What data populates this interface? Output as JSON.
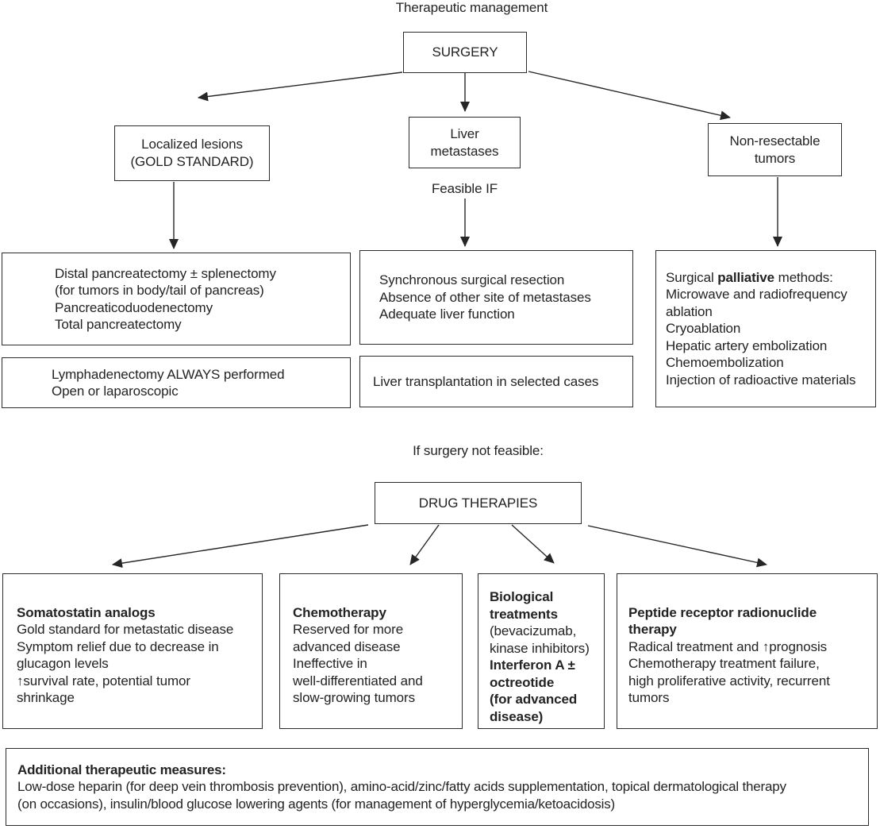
{
  "title": "Therapeutic management",
  "colors": {
    "line": "#262626",
    "text": "#232323",
    "background": "#ffffff"
  },
  "surgery_flow": {
    "surgery_label": "SURGERY",
    "localized": {
      "line1": "Localized lesions",
      "line2": "(GOLD STANDARD)"
    },
    "liver_metastases": {
      "line1": "Liver",
      "line2": "metastases"
    },
    "feasible_if_label": "Feasible IF",
    "non_resectable": {
      "line1": "Non-resectable",
      "line2": "tumors"
    },
    "localized_detail": {
      "lines": [
        "Distal pancreatectomy ± splenectomy",
        "(for tumors in body/tail of pancreas)",
        "Pancreaticoduodenectomy",
        "Total pancreatectomy"
      ]
    },
    "localized_note": {
      "lines": [
        "Lymphadenectomy ALWAYS performed",
        "Open or laparoscopic"
      ]
    },
    "liver_detail": {
      "lines": [
        "Synchronous surgical resection",
        "Absence of other site of metastases",
        "Adequate liver function"
      ]
    },
    "liver_note": "Liver transplantation in selected cases",
    "palliative_detail": {
      "heading_pre": "Surgical ",
      "heading_bold": "palliative",
      "heading_post": " methods:",
      "lines": [
        "Microwave and radiofrequency",
        "ablation",
        "Cryoablation",
        "Hepatic artery embolization",
        "Chemoembolization",
        "Injection of radioactive materials"
      ]
    }
  },
  "drug_flow": {
    "condition_label": "If surgery not feasible:",
    "drug_therapies_label": "DRUG THERAPIES",
    "somatostatin": {
      "heading": "Somatostatin analogs",
      "lines": [
        "Gold standard for metastatic disease",
        "Symptom relief due to decrease in",
        "glucagon levels",
        "↑survival rate, potential tumor",
        "shrinkage"
      ]
    },
    "chemotherapy": {
      "heading": "Chemotherapy",
      "lines": [
        "Reserved for more",
        "advanced disease",
        "Ineffective in",
        "well-differentiated and",
        "slow-growing tumors"
      ]
    },
    "biological": {
      "heading1": "Biological",
      "heading2": "treatments",
      "lines": [
        "(bevacizumab,",
        "kinase inhibitors)"
      ],
      "bold_lines": [
        "Interferon A ±",
        "octreotide",
        "(for advanced",
        "disease)"
      ]
    },
    "peptide": {
      "heading1": "Peptide receptor radionuclide",
      "heading2": "therapy",
      "lines": [
        "Radical treatment and ↑prognosis",
        "Chemotherapy treatment failure,",
        "high proliferative activity, recurrent",
        "tumors"
      ]
    }
  },
  "footer": {
    "heading": "Additional therapeutic measures:",
    "lines": [
      "Low-dose heparin (for deep vein thrombosis prevention), amino-acid/zinc/fatty acids supplementation, topical dermatological therapy",
      "(on occasions), insulin/blood glucose lowering agents (for management of hyperglycemia/ketoacidosis)"
    ]
  }
}
